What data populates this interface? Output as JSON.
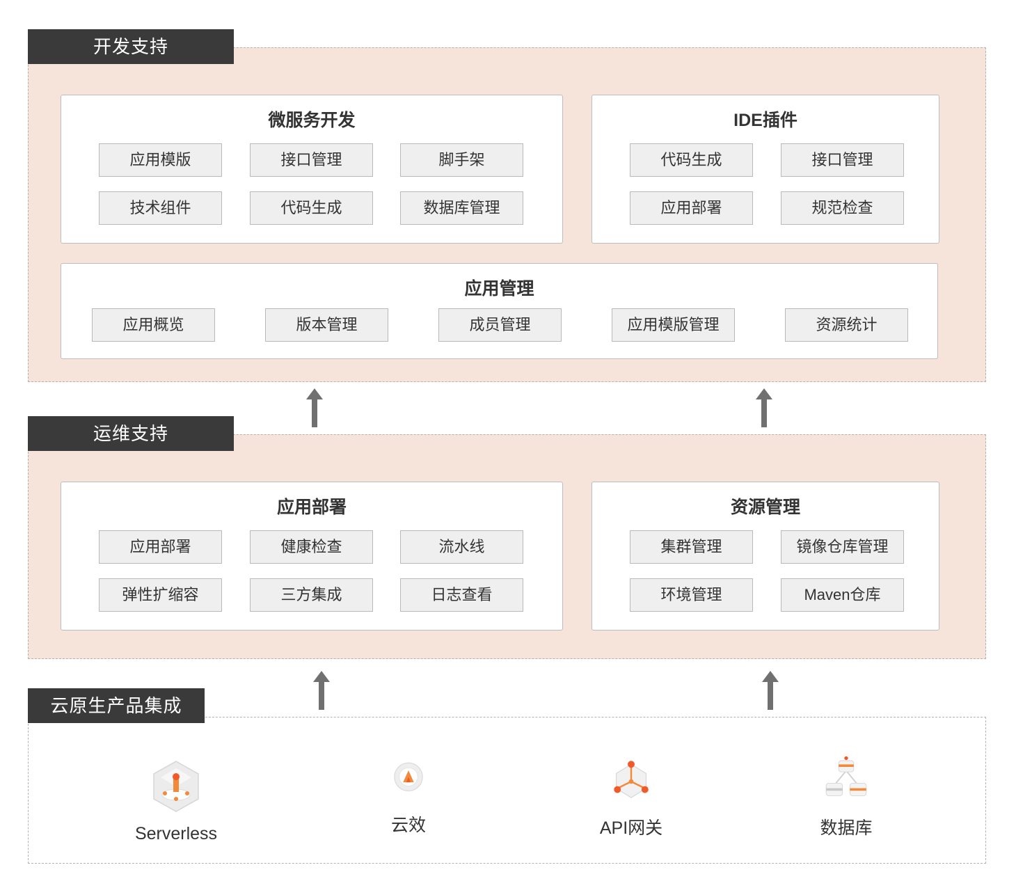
{
  "dev": {
    "tab": "开发支持",
    "micro": {
      "title": "微服务开发",
      "items": [
        "应用模版",
        "接口管理",
        "脚手架",
        "技术组件",
        "代码生成",
        "数据库管理"
      ]
    },
    "ide": {
      "title": "IDE插件",
      "items": [
        "代码生成",
        "接口管理",
        "应用部署",
        "规范检查"
      ]
    },
    "appmgmt": {
      "title": "应用管理",
      "items": [
        "应用概览",
        "版本管理",
        "成员管理",
        "应用模版管理",
        "资源统计"
      ]
    }
  },
  "ops": {
    "tab": "运维支持",
    "deploy": {
      "title": "应用部署",
      "items": [
        "应用部署",
        "健康检查",
        "流水线",
        "弹性扩缩容",
        "三方集成",
        "日志查看"
      ]
    },
    "resource": {
      "title": "资源管理",
      "items": [
        "集群管理",
        "镜像仓库管理",
        "环境管理",
        "Maven仓库"
      ]
    }
  },
  "cloud": {
    "tab": "云原生产品集成",
    "products": [
      {
        "label": "Serverless",
        "icon": "serverless-icon"
      },
      {
        "label": "云效",
        "icon": "yunxiao-icon"
      },
      {
        "label": "API网关",
        "icon": "api-gateway-icon"
      },
      {
        "label": "数据库",
        "icon": "database-icon"
      }
    ]
  },
  "colors": {
    "tab_bg": "#3a3a3a",
    "layer_tint": "#f6e3da",
    "chip_bg": "#efefef",
    "accent": "#f05a28"
  }
}
